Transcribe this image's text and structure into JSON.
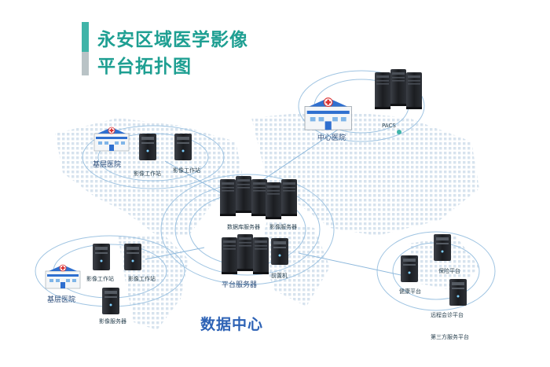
{
  "title": {
    "line1": "永安区域医学影像",
    "line2": "平台拓扑图"
  },
  "nodes": {
    "central_hospital": "中心医院",
    "pacs": "PACS",
    "grassroots_hospital_top": "基层医院",
    "imaging_workstation_a": "影像工作站",
    "imaging_workstation_b": "影像工作站",
    "database_server": "数据库服务器",
    "imaging_server_center": "影像服务器",
    "platform_server": "平台服务器",
    "frontend_machine": "前置机",
    "grassroots_hospital_left": "基层医院",
    "imaging_workstation_c": "影像工作站",
    "imaging_workstation_d": "影像工作站",
    "imaging_server_left": "影像服务器",
    "data_center": "数据中心",
    "insurance_platform": "保险平台",
    "health_platform": "健康平台",
    "remote_consult_platform": "远程会诊平台",
    "third_party_platform": "第三方服务平台"
  },
  "colors": {
    "accent": "#1e9f92",
    "map": "#d7e3ee",
    "ring": "#9fc4e2",
    "link": "#8db8dc",
    "server": "#1e2126",
    "center_label": "#2d62b5"
  }
}
